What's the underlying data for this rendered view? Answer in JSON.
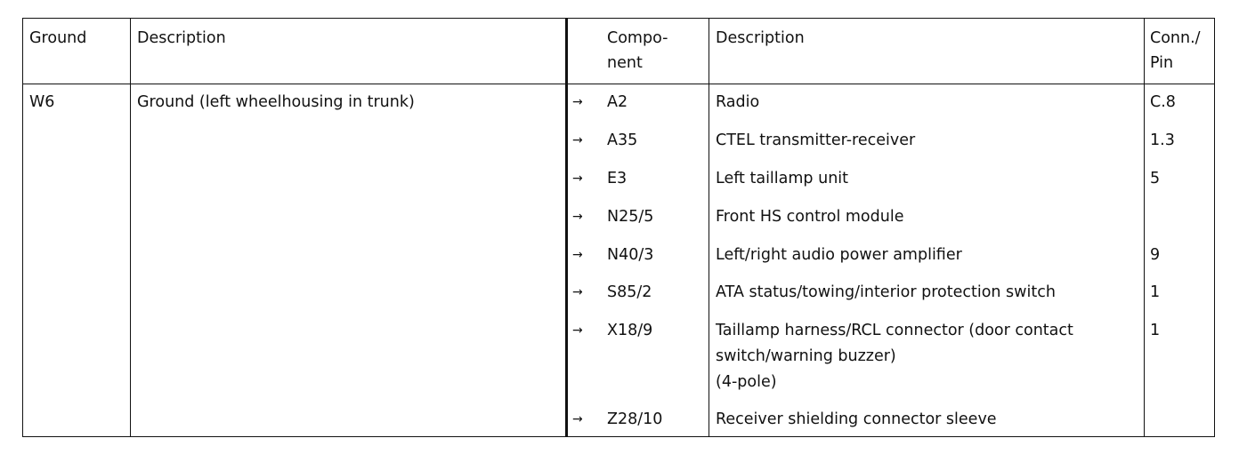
{
  "header": {
    "ground": "Ground",
    "description": "Description",
    "component": [
      "Compo-",
      "nent"
    ],
    "component_description": "Description",
    "conn_pin": [
      "Conn./",
      "Pin"
    ]
  },
  "ground": {
    "id": "W6",
    "description": "Ground (left wheelhousing in trunk)"
  },
  "arrow": "→",
  "rows": [
    {
      "component": "A2",
      "description": [
        "Radio"
      ],
      "pin": "C.8"
    },
    {
      "component": "A35",
      "description": [
        "CTEL transmitter-receiver"
      ],
      "pin": "1.3"
    },
    {
      "component": "E3",
      "description": [
        "Left taillamp unit"
      ],
      "pin": "5"
    },
    {
      "component": "N25/5",
      "description": [
        "Front HS control module"
      ],
      "pin": ""
    },
    {
      "component": "N40/3",
      "description": [
        "Left/right audio power amplifier"
      ],
      "pin": "9"
    },
    {
      "component": "S85/2",
      "description": [
        "ATA status/towing/interior protection switch"
      ],
      "pin": "1"
    },
    {
      "component": "X18/9",
      "description": [
        "Taillamp harness/RCL connector (door contact",
        "switch/warning buzzer)",
        "(4-pole)"
      ],
      "pin": "1"
    },
    {
      "component": "Z28/10",
      "description": [
        "Receiver shielding connector sleeve"
      ],
      "pin": ""
    }
  ]
}
